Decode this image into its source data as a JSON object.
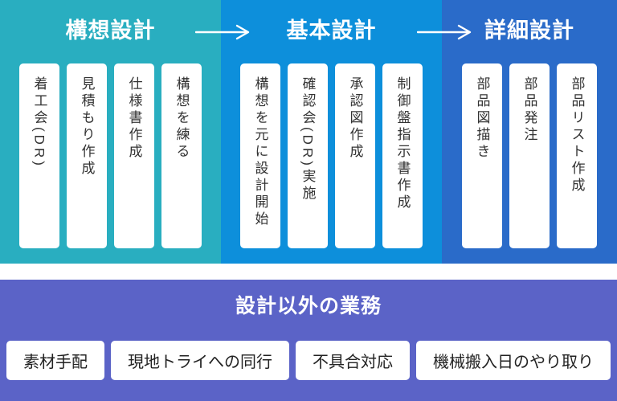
{
  "colors": {
    "teal": "#29AEC0",
    "blue": "#0D8FDB",
    "dark_blue": "#2A6BC9",
    "purple": "#5B63C7",
    "card_bg": "#FFFFFF",
    "card_text": "#333333",
    "header_text": "#FFFFFF"
  },
  "phases": [
    {
      "title": "構想設計",
      "tasks": [
        "着工会(DR)",
        "見積もり作成",
        "仕様書作成",
        "構想を練る"
      ]
    },
    {
      "title": "基本設計",
      "tasks": [
        "構想を元に設計開始",
        "確認会(DR)実施",
        "承認図作成",
        "制御盤指示書作成"
      ]
    },
    {
      "title": "詳細設計",
      "tasks": [
        "部品図描き",
        "部品発注",
        "部品リスト作成"
      ]
    }
  ],
  "other": {
    "title": "設計以外の業務",
    "tasks": [
      "素材手配",
      "現地トライへの同行",
      "不具合対応",
      "機械搬入日のやり取り"
    ]
  }
}
